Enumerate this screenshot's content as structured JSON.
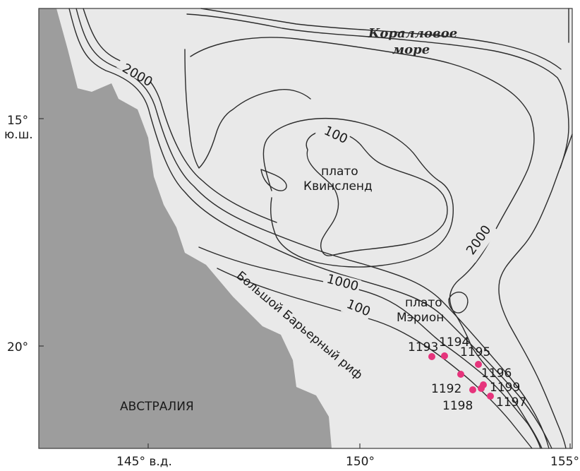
{
  "map": {
    "colors": {
      "sea": "#e9e9e9",
      "land": "#9d9d9d",
      "contour": "#2b2b2b",
      "site": "#e6347c"
    },
    "sea_name": [
      "Коралловое",
      "море"
    ],
    "lat_labels": [
      {
        "deg": "15°",
        "suffix": "ю.ш."
      },
      {
        "deg": "20°",
        "suffix": ""
      }
    ],
    "lon_labels": [
      "145° в.д.",
      "150°",
      "155°"
    ],
    "land_label": "АВСТРАЛИЯ",
    "reef_label": "Большой Барьерный риф",
    "plateaus": [
      {
        "line1": "плато",
        "line2": "Квинсленд"
      },
      {
        "line1": "плато",
        "line2": "Мэрион"
      }
    ],
    "contour_labels": [
      "2000",
      "100",
      "2000",
      "1000",
      "100"
    ],
    "sites": [
      "1193",
      "1194",
      "1195",
      "1196",
      "1192",
      "1199",
      "1198",
      "1197"
    ]
  }
}
